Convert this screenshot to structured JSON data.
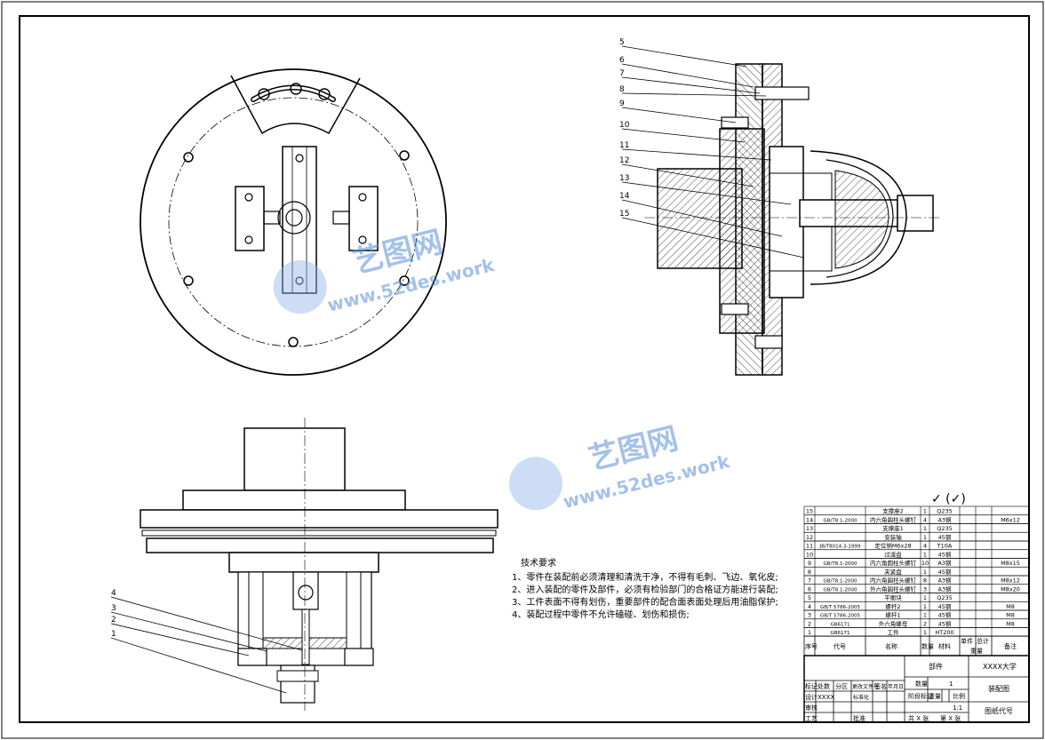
{
  "leader_labels_side": [
    "5",
    "6",
    "7",
    "8",
    "9",
    "10",
    "11",
    "12",
    "13",
    "14",
    "15"
  ],
  "leader_labels_front": [
    "4",
    "3",
    "2",
    "1"
  ],
  "surface_symbol": "✓ (✓)",
  "notes": {
    "title": "技术要求",
    "lines": [
      "1、零件在装配前必须清理和清洗干净，不得有毛刺、飞边、氧化皮;",
      "2、进入装配的零件及部件，必须有检验部门的合格证方能进行装配;",
      "3、工件表面不得有划伤，重要部件的配合面表面处理后用油脂保护;",
      "4、装配过程中零件不允许磕碰、划伤和损伤;"
    ]
  },
  "watermark": {
    "brand": "艺图网",
    "url": "www.52des.work"
  },
  "bom": {
    "rows": [
      {
        "no": "15",
        "code": "",
        "name": "支撑座2",
        "qty": "1",
        "mat": "Q235",
        "note": ""
      },
      {
        "no": "14",
        "code": "GB/T8.1-2000",
        "name": "内六角圆柱头螺钉",
        "qty": "4",
        "mat": "A3钢",
        "note": "M6x12"
      },
      {
        "no": "13",
        "code": "",
        "name": "支撑座1",
        "qty": "1",
        "mat": "Q235",
        "note": ""
      },
      {
        "no": "12",
        "code": "",
        "name": "安装轴",
        "qty": "1",
        "mat": "45钢",
        "note": ""
      },
      {
        "no": "11",
        "code": "JB/T8014.3-1999",
        "name": "定位销M6x28",
        "qty": "4",
        "mat": "T10A",
        "note": ""
      },
      {
        "no": "10",
        "code": "",
        "name": "过渡盘",
        "qty": "1",
        "mat": "45钢",
        "note": ""
      },
      {
        "no": "9",
        "code": "GB/T8.1-2000",
        "name": "内六角圆柱头螺钉",
        "qty": "10",
        "mat": "A3钢",
        "note": "M8x15"
      },
      {
        "no": "8",
        "code": "",
        "name": "夹紧盘",
        "qty": "1",
        "mat": "45钢",
        "note": ""
      },
      {
        "no": "7",
        "code": "GB/T8.1-2000",
        "name": "内六角圆柱头螺钉",
        "qty": "8",
        "mat": "A3钢",
        "note": "M8x12"
      },
      {
        "no": "6",
        "code": "GB/T8.1-2000",
        "name": "外六角圆柱头螺钉",
        "qty": "3",
        "mat": "A3钢",
        "note": "M8x20"
      },
      {
        "no": "5",
        "code": "",
        "name": "平衡块",
        "qty": "1",
        "mat": "Q235",
        "note": ""
      },
      {
        "no": "4",
        "code": "GB/T 5786-2005",
        "name": "螺杆2",
        "qty": "1",
        "mat": "45钢",
        "note": "M8"
      },
      {
        "no": "3",
        "code": "GB/T 5786-2005",
        "name": "螺杆1",
        "qty": "1",
        "mat": "45钢",
        "note": "M8"
      },
      {
        "no": "2",
        "code": "GB6171",
        "name": "外六角螺母",
        "qty": "2",
        "mat": "45钢",
        "note": "M8"
      },
      {
        "no": "1",
        "code": "GB6171",
        "name": "工件",
        "qty": "1",
        "mat": "HT200",
        "note": ""
      }
    ],
    "header": {
      "no": "序号",
      "code": "代号",
      "name": "名称",
      "qty": "数量",
      "mat": "材料",
      "unit": "单件",
      "total": "总计",
      "mass": "重量",
      "note": "备注"
    }
  },
  "title_block": {
    "part": "部件",
    "school": "XXXX大学",
    "qty_label": "数量",
    "qty_value": "1",
    "drawing_type": "装配图",
    "stage_label": "阶段标记",
    "weight_label": "重量",
    "scale_label": "比例",
    "scale_value": "1:1",
    "code_label": "图纸代号",
    "mark_label": "标记",
    "count_label": "处数",
    "zone_label": "分区",
    "file_label": "更改文件号",
    "sign_label": "签名",
    "date_label": "年月日",
    "design_label": "设计",
    "design_value": "XXXX",
    "std_label": "标准化",
    "check_label": "审核",
    "craft_label": "工艺",
    "approve_label": "批准",
    "sheets_total": "共 X 张",
    "sheet_no": "第 X 张"
  }
}
